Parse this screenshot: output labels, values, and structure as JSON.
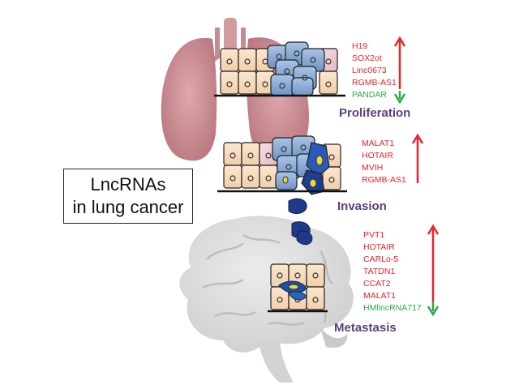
{
  "title": {
    "line1": "LncRNAs",
    "line2": "in lung cancer"
  },
  "stages": [
    {
      "name": "Proliferation",
      "genes": [
        {
          "label": "H19",
          "direction": "up"
        },
        {
          "label": "SOX2ot",
          "direction": "up"
        },
        {
          "label": "Linc0673",
          "direction": "up"
        },
        {
          "label": "RGMB-AS1",
          "direction": "up"
        },
        {
          "label": "PANDAR",
          "direction": "down"
        }
      ]
    },
    {
      "name": "Invasion",
      "genes": [
        {
          "label": "MALAT1",
          "direction": "up"
        },
        {
          "label": "HOTAIR",
          "direction": "up"
        },
        {
          "label": "MVIH",
          "direction": "up"
        },
        {
          "label": "RGMB-AS1",
          "direction": "up"
        }
      ]
    },
    {
      "name": "Metastasis",
      "genes": [
        {
          "label": "PVT1",
          "direction": "up"
        },
        {
          "label": "HOTAIR",
          "direction": "up"
        },
        {
          "label": "CARLo-5",
          "direction": "up"
        },
        {
          "label": "TATDN1",
          "direction": "up"
        },
        {
          "label": "CCAT2",
          "direction": "up"
        },
        {
          "label": "MALAT1",
          "direction": "up"
        },
        {
          "label": "HMlincRNA717",
          "direction": "down"
        }
      ]
    }
  ],
  "colors": {
    "up": "#e8232a",
    "down": "#2aa84a",
    "stage_label": "#5a3f80",
    "lung": "#b5656d",
    "brain": "#d9d9d9",
    "normal_cell": "#f6dcc0",
    "tumor_cell": "#8fb0d8",
    "migrating_cell": "#1e3a8a"
  }
}
